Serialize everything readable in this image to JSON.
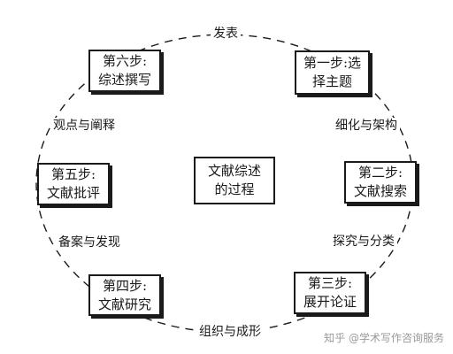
{
  "center": {
    "line1": "文献综述",
    "line2": "的过程"
  },
  "steps": {
    "step1": {
      "line1": "第一步:选",
      "line2": "择主题"
    },
    "step2": {
      "line1": "第二步:",
      "line2": "文献搜索"
    },
    "step3": {
      "line1": "第三步:",
      "line2": "展开论证"
    },
    "step4": {
      "line1": "第四步:",
      "line2": "文献研究"
    },
    "step5": {
      "line1": "第五步:",
      "line2": "文献批评"
    },
    "step6": {
      "line1": "第六步:",
      "line2": "综述撰写"
    }
  },
  "transitions": {
    "publish": "发表",
    "refine": "细化与架构",
    "explore": "探究与分类",
    "organize": "组织与成形",
    "record": "备案与发现",
    "interpret": "观点与阐释"
  },
  "watermark": "知乎 @学术写作咨询服务"
}
